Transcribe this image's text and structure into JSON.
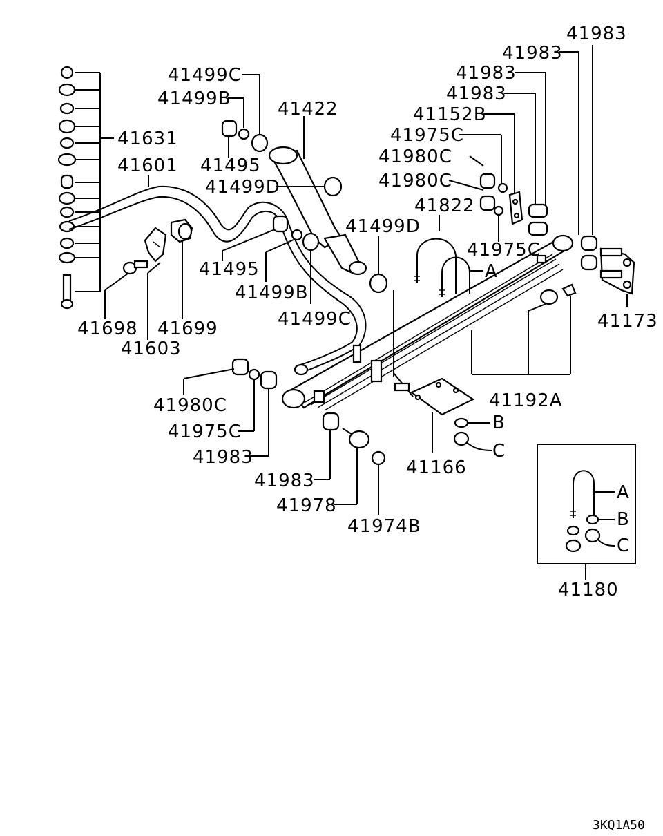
{
  "labels": {
    "p41631": "41631",
    "p41601": "41601",
    "p41698": "41698",
    "p41603": "41603",
    "p41699": "41699",
    "p41499c_top": "41499C",
    "p41499b_top": "41499B",
    "p41495_top": "41495",
    "p41422": "41422",
    "p41499d_left": "41499D",
    "p41495_mid": "41495",
    "p41499b_mid": "41499B",
    "p41499c_mid": "41499C",
    "p41499d_right": "41499D",
    "p41983_a": "41983",
    "p41983_b": "41983",
    "p41983_c": "41983",
    "p41983_d": "41983",
    "p41152b": "41152B",
    "p41975c_top": "41975C",
    "p41980c_a": "41980C",
    "p41980c_b": "41980C",
    "p41822": "41822",
    "p41975c_right": "41975C",
    "p41173": "41173",
    "p41192a": "41192A",
    "p41980c_low": "41980C",
    "p41975c_low": "41975C",
    "p41983_low": "41983",
    "p41983_bolt": "41983",
    "p41978": "41978",
    "p41974b": "41974B",
    "p41166": "41166",
    "ref_a": "A",
    "ref_b": "B",
    "ref_c": "C",
    "kit_a": "A",
    "kit_b": "B",
    "kit_c": "C",
    "p41180": "41180",
    "drawing_code": "3KQ1A50"
  }
}
